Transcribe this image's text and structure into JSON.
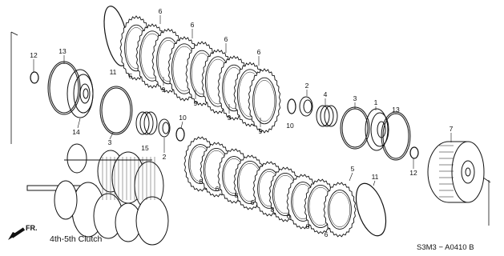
{
  "diagram": {
    "caption": "4th-5th Clutch",
    "code": "S3M3 − A0410 B",
    "front_mark": "FR."
  },
  "callouts": [
    "1",
    "2",
    "3",
    "4",
    "5",
    "6",
    "7",
    "8",
    "9",
    "10",
    "11",
    "12",
    "13",
    "14",
    "15"
  ],
  "icons": {
    "front_arrow": "front-arrow-icon"
  }
}
